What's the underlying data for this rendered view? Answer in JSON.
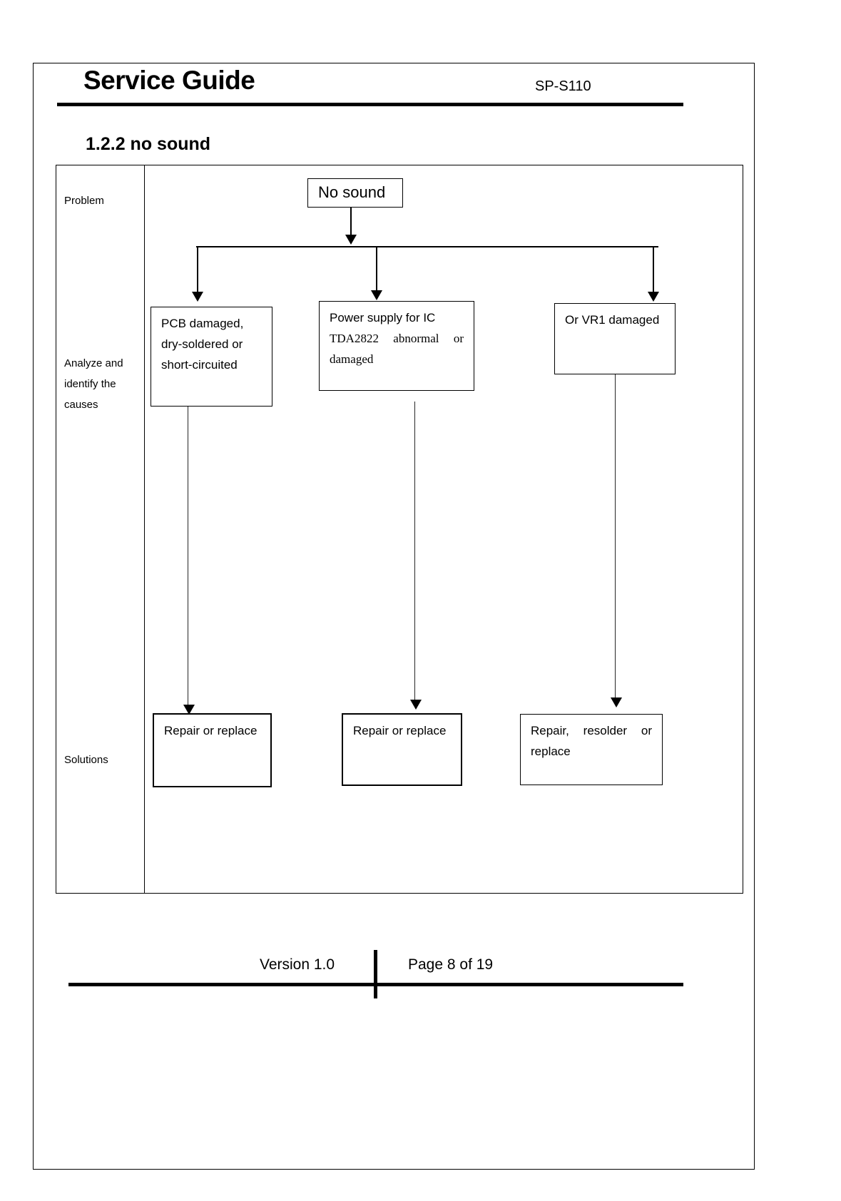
{
  "header": {
    "title": "Service Guide",
    "model": "SP-S110"
  },
  "section": {
    "heading": "1.2.2 no sound"
  },
  "flow": {
    "stage_labels": {
      "problem": "Problem",
      "analyze": "Analyze and identify the causes",
      "solutions": "Solutions"
    },
    "root": {
      "label": "No sound"
    },
    "causes": [
      {
        "label": "PCB damaged, dry-soldered or short-circuited"
      },
      {
        "label_line1": "Power supply for IC",
        "label_line2": "TDA2822 abnormal or damaged"
      },
      {
        "label": "Or VR1 damaged"
      }
    ],
    "solutions": [
      {
        "label": "Repair or replace"
      },
      {
        "label": "Repair or replace"
      },
      {
        "label": "Repair, resolder or replace"
      }
    ]
  },
  "footer": {
    "version": "Version 1.0",
    "page": "Page 8 of 19"
  },
  "colors": {
    "ink": "#000000",
    "paper": "#ffffff"
  }
}
